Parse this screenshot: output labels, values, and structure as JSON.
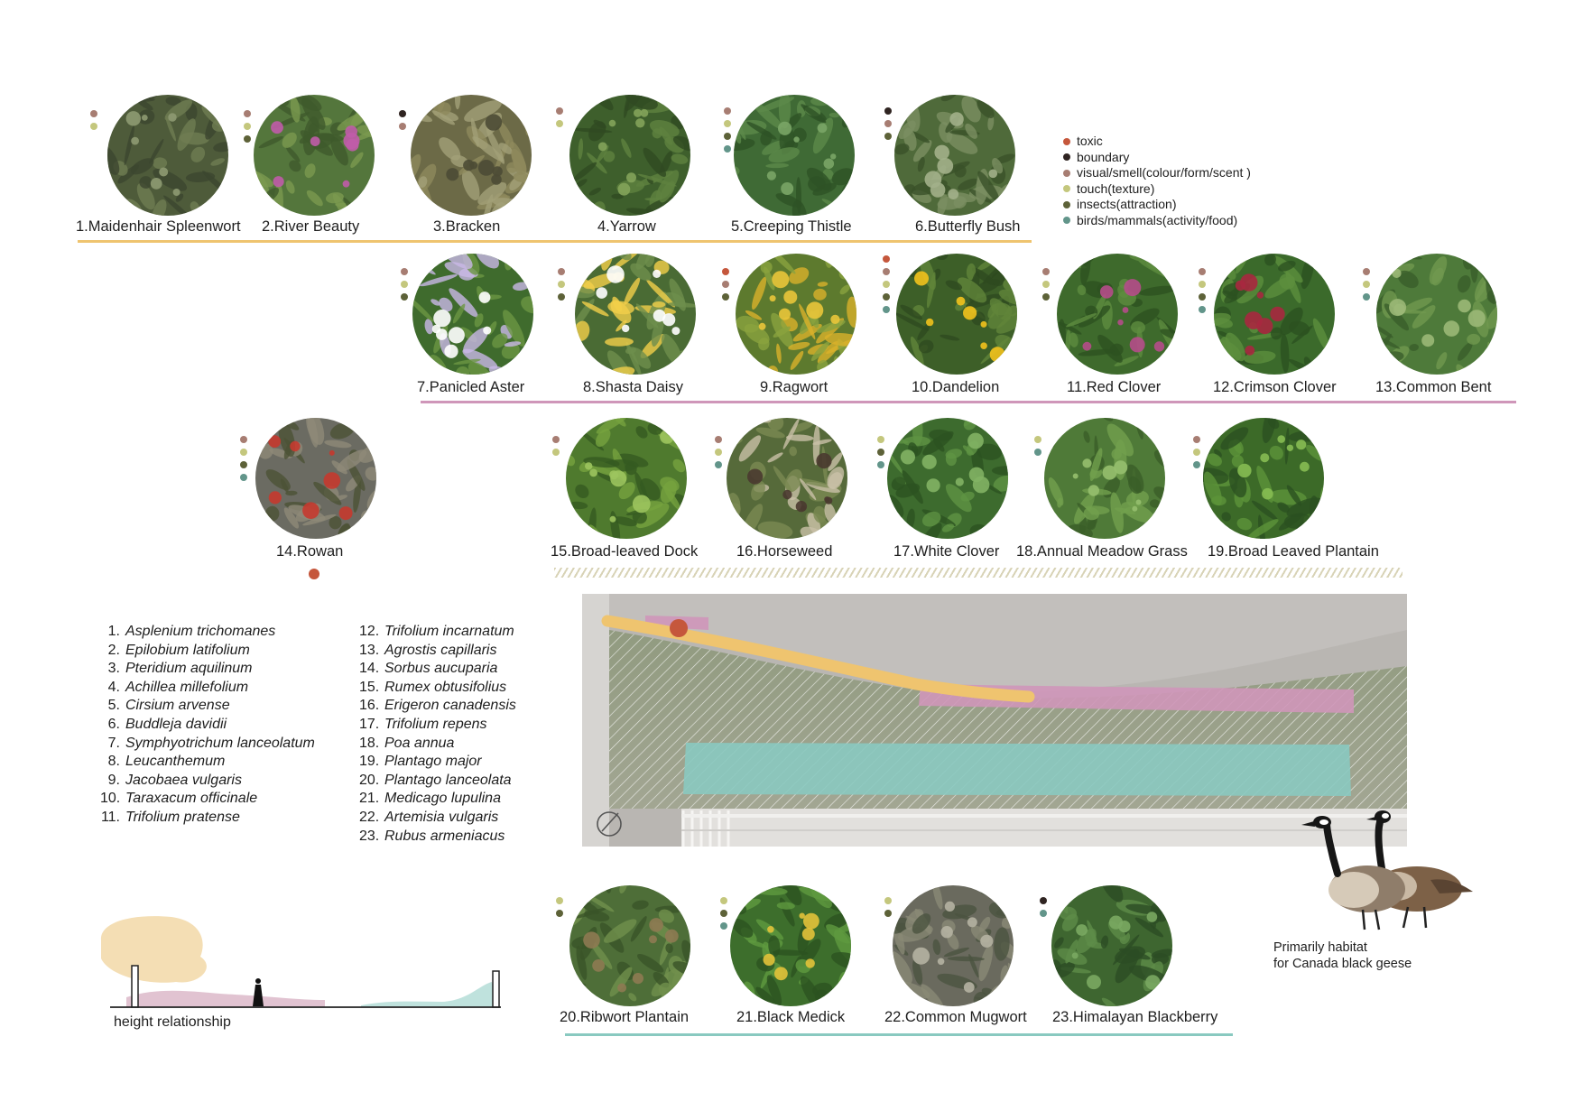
{
  "colors": {
    "toxic": "#c5573c",
    "boundary": "#2f2421",
    "visual": "#a77d72",
    "touch": "#c4c77d",
    "insects": "#5d6238",
    "birds": "#62958a",
    "line_yellow": "#efc46f",
    "line_pink": "#cf96b9",
    "line_teal": "#89c9c0"
  },
  "legend": [
    {
      "key": "toxic",
      "label": "toxic"
    },
    {
      "key": "boundary",
      "label": "boundary"
    },
    {
      "key": "visual",
      "label": "visual/smell(colour/form/scent )"
    },
    {
      "key": "touch",
      "label": "touch(texture)"
    },
    {
      "key": "insects",
      "label": "insects(attraction)"
    },
    {
      "key": "birds",
      "label": "birds/mammals(activity/food)"
    }
  ],
  "plants": [
    {
      "name": "1.Maidenhair Spleenwort",
      "dots": [
        "visual",
        "touch"
      ]
    },
    {
      "name": "2.River Beauty",
      "dots": [
        "visual",
        "touch",
        "insects"
      ]
    },
    {
      "name": "3.Bracken",
      "dots": [
        "boundary",
        "visual"
      ]
    },
    {
      "name": "4.Yarrow",
      "dots": [
        "visual",
        "touch"
      ]
    },
    {
      "name": "5.Creeping Thistle",
      "dots": [
        "visual",
        "touch",
        "insects",
        "birds"
      ]
    },
    {
      "name": "6.Butterfly Bush",
      "dots": [
        "boundary",
        "visual",
        "insects"
      ]
    },
    {
      "name": "7.Panicled Aster",
      "dots": [
        "visual",
        "touch",
        "insects"
      ]
    },
    {
      "name": "8.Shasta Daisy",
      "dots": [
        "visual",
        "touch",
        "insects"
      ]
    },
    {
      "name": "9.Ragwort",
      "dots": [
        "toxic",
        "visual",
        "insects"
      ]
    },
    {
      "name": "10.Dandelion",
      "dots": [
        "toxic",
        "visual",
        "touch",
        "insects",
        "birds"
      ]
    },
    {
      "name": "11.Red Clover",
      "dots": [
        "visual",
        "touch",
        "insects"
      ]
    },
    {
      "name": "12.Crimson Clover",
      "dots": [
        "visual",
        "touch",
        "insects",
        "birds"
      ]
    },
    {
      "name": "13.Common Bent",
      "dots": [
        "visual",
        "touch",
        "birds"
      ]
    },
    {
      "name": "14.Rowan",
      "dots": [
        "visual",
        "touch",
        "insects",
        "birds"
      ],
      "extra_dot": "toxic"
    },
    {
      "name": "15.Broad-leaved Dock",
      "dots": [
        "visual",
        "touch"
      ]
    },
    {
      "name": "16.Horseweed",
      "dots": [
        "visual",
        "touch",
        "birds"
      ]
    },
    {
      "name": "17.White Clover",
      "dots": [
        "touch",
        "insects",
        "birds"
      ]
    },
    {
      "name": "18.Annual Meadow Grass",
      "dots": [
        "touch",
        "birds"
      ]
    },
    {
      "name": "19.Broad Leaved Plantain",
      "dots": [
        "visual",
        "touch",
        "birds"
      ]
    },
    {
      "name": "20.Ribwort Plantain",
      "dots": [
        "touch",
        "insects"
      ]
    },
    {
      "name": "21.Black Medick",
      "dots": [
        "touch",
        "insects",
        "birds"
      ]
    },
    {
      "name": "22.Common Mugwort",
      "dots": [
        "touch",
        "insects"
      ]
    },
    {
      "name": "23.Himalayan Blackberry",
      "dots": [
        "boundary",
        "birds"
      ]
    }
  ],
  "species": [
    {
      "num": "1.",
      "name": "Asplenium trichomanes"
    },
    {
      "num": "2.",
      "name": "Epilobium latifolium"
    },
    {
      "num": "3.",
      "name": "Pteridium aquilinum"
    },
    {
      "num": "4.",
      "name": "Achillea millefolium"
    },
    {
      "num": "5.",
      "name": "Cirsium arvense"
    },
    {
      "num": "6.",
      "name": "Buddleja davidii"
    },
    {
      "num": "7.",
      "name": "Symphyotrichum lanceolatum"
    },
    {
      "num": "8.",
      "name": "Leucanthemum"
    },
    {
      "num": "9.",
      "name": "Jacobaea vulgaris"
    },
    {
      "num": "10.",
      "name": "Taraxacum officinale"
    },
    {
      "num": "11.",
      "name": "Trifolium pratense"
    },
    {
      "num": "12.",
      "name": "Trifolium incarnatum"
    },
    {
      "num": "13.",
      "name": "Agrostis capillaris"
    },
    {
      "num": "14.",
      "name": "Sorbus aucuparia"
    },
    {
      "num": "15.",
      "name": "Rumex obtusifolius"
    },
    {
      "num": "16.",
      "name": "Erigeron canadensis"
    },
    {
      "num": "17.",
      "name": "Trifolium repens"
    },
    {
      "num": "18.",
      "name": "Poa annua"
    },
    {
      "num": "19.",
      "name": "Plantago major"
    },
    {
      "num": "20.",
      "name": "Plantago lanceolata"
    },
    {
      "num": "21.",
      "name": "Medicago lupulina"
    },
    {
      "num": "22.",
      "name": "Artemisia vulgaris"
    },
    {
      "num": "23.",
      "name": "Rubus armeniacus"
    }
  ],
  "captions": {
    "height": "height relationship",
    "geese_line1": "Primarily habitat",
    "geese_line2": "for Canada black geese"
  }
}
